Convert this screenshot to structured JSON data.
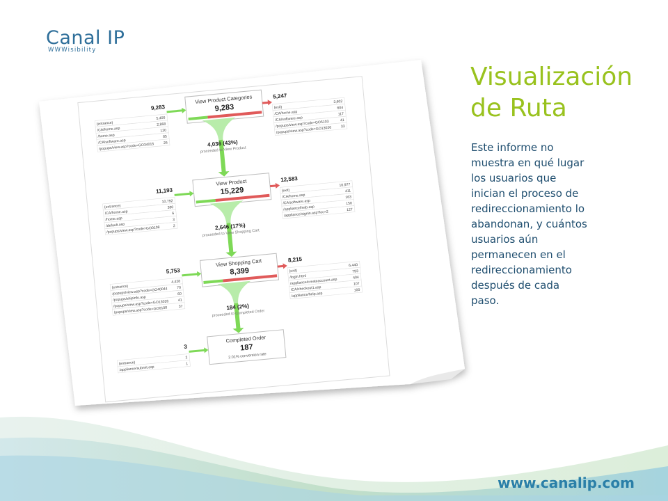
{
  "logo": {
    "name": "Canal IP",
    "tagline": "WWWisibility"
  },
  "title": {
    "line1": "Visualización",
    "line2": "de Ruta"
  },
  "body": "Este informe no\nmuestra en qué lugar\nlos usuarios que\ninician el proceso de\nredireccionamiento lo\nabandonan, y cuántos\nusuarios aún\npermanecen en el\nredireccionamiento\ndespués de cada\npaso.",
  "footer": {
    "url": "www.canalip.com"
  },
  "colors": {
    "title_green": "#99c21e",
    "text_blue": "#1e4d6e",
    "logo_blue": "#2f6f9a",
    "url_blue": "#2a7fa8",
    "funnel_green": "#7ed957",
    "exit_red": "#e05a5a"
  },
  "funnel": {
    "steps": [
      {
        "name": "View Product Categories",
        "count": "9,283",
        "entrances": "9,283",
        "exits": "5,247",
        "proceeded": "4,036 (43%)",
        "proceeded_label": "proceeded to View Product",
        "entrance_rows": [
          [
            "(entrance)",
            "5,400"
          ],
          [
            "/CA/home.asp",
            "2,868"
          ],
          [
            "/home.asp",
            "120"
          ],
          [
            "/CA/software.asp",
            "85"
          ],
          [
            "/popups/view.asp?code=GO34015",
            "26"
          ]
        ],
        "exit_rows": [
          [
            "(exit)",
            "3,602"
          ],
          [
            "/CA/home.asp",
            "604"
          ],
          [
            "/CA/software.asp",
            "117"
          ],
          [
            "/popups/view.asp?code=GO5103",
            "41"
          ],
          [
            "/popups/view.asp?code=GO13026",
            "33"
          ]
        ]
      },
      {
        "name": "View Product",
        "count": "15,229",
        "entrances": "11,193",
        "exits": "12,583",
        "proceeded": "2,646 (17%)",
        "proceeded_label": "proceeded to View Shopping Cart",
        "entrance_rows": [
          [
            "(entrance)",
            "10,792"
          ],
          [
            "/CA/home.asp",
            "380"
          ],
          [
            "/home.asp",
            "6"
          ],
          [
            "/default.asp",
            "3"
          ],
          [
            "/popups/view.asp?code=GO0108",
            "2"
          ]
        ],
        "exit_rows": [
          [
            "(exit)",
            "10,977"
          ],
          [
            "/CA/home.asp",
            "411"
          ],
          [
            "/CA/software.asp",
            "163"
          ],
          [
            "/appliance/help.asp",
            "150"
          ],
          [
            "/appliance/signin.asp?loc=2",
            "127"
          ]
        ]
      },
      {
        "name": "View Shopping Cart",
        "count": "8,399",
        "entrances": "5,753",
        "exits": "8,215",
        "proceeded": "184 (2%)",
        "proceeded_label": "proceeded to Completed Order",
        "entrance_rows": [
          [
            "(entrance)",
            "4,428"
          ],
          [
            "/popups/view.asp?code=GO40044",
            "70"
          ],
          [
            "/popups/shipinfo.asp",
            "60"
          ],
          [
            "/popups/view.asp?code=GO13026",
            "41"
          ],
          [
            "/popups/view.asp?code=GO0108",
            "37"
          ]
        ],
        "exit_rows": [
          [
            "(exit)",
            "6,440"
          ],
          [
            "/login.html",
            "793"
          ],
          [
            "/appliance/createaccount.asp",
            "404"
          ],
          [
            "/CA/checkout1.asp",
            "107"
          ],
          [
            "/appliance/help.asp",
            "100"
          ]
        ]
      },
      {
        "name": "Completed Order",
        "count": "187",
        "entrances": "3",
        "conversion": "2.01% conversion rate",
        "entrance_rows": [
          [
            "(entrance)",
            "2"
          ],
          [
            "/appliance/submit.asp",
            "1"
          ]
        ]
      }
    ]
  }
}
